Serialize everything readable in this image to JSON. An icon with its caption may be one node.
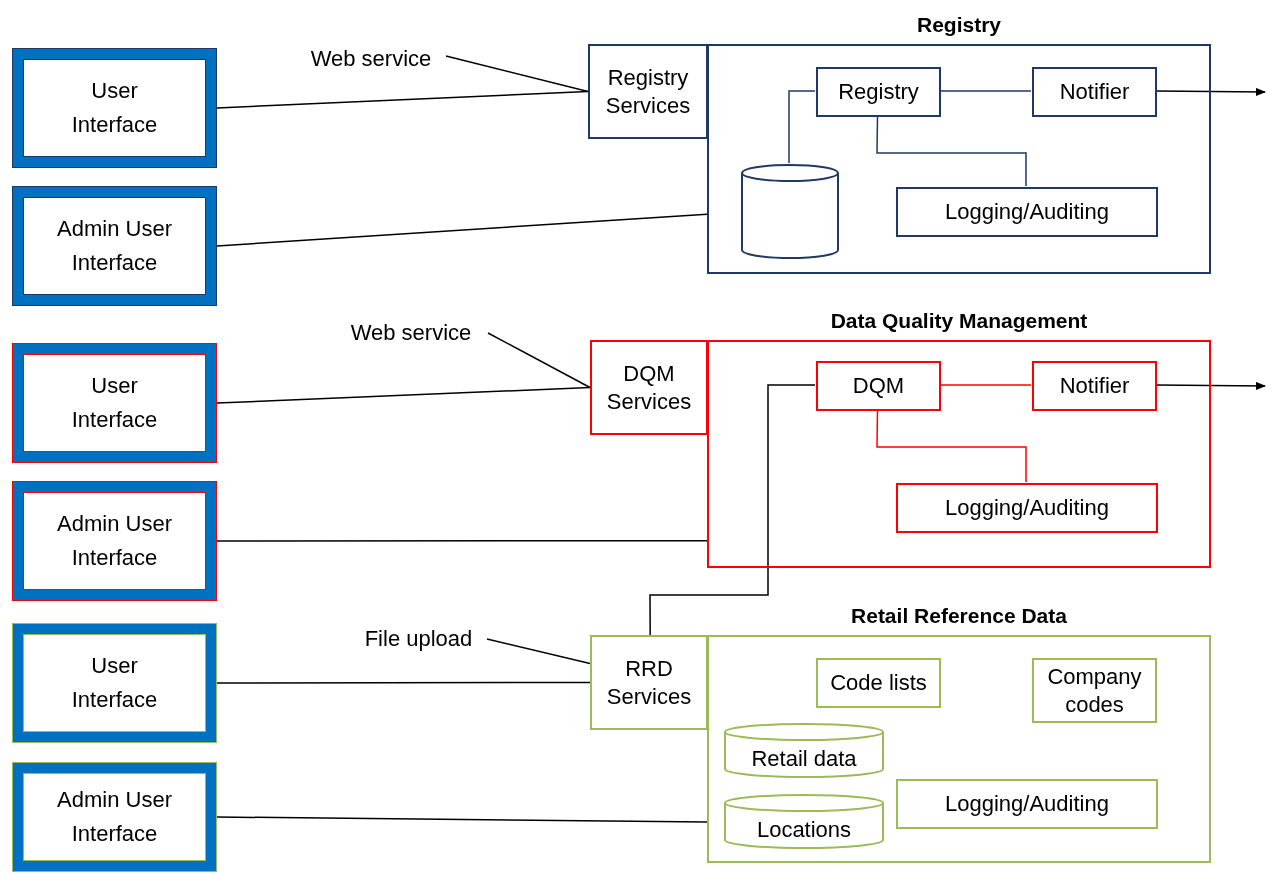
{
  "diagram": {
    "nodes": [
      {
        "text": [
          "User Interface"
        ]
      },
      {
        "text": [
          "Admin User Interface"
        ]
      },
      {
        "text": [
          "Web service"
        ]
      },
      {
        "text": [
          "Registry Services"
        ]
      },
      {
        "text": [
          "Registry"
        ]
      },
      {
        "text": [
          "Registry"
        ],
        "in": 4
      },
      {
        "text": [
          "Notifier"
        ],
        "in": 4
      },
      {
        "text": [],
        "shape": "cylinder",
        "in": 4
      },
      {
        "text": [
          "Logging/Auditing"
        ],
        "in": 4
      },
      {
        "text": [
          "User Interface"
        ]
      },
      {
        "text": [
          "Admin User Interface"
        ]
      },
      {
        "text": [
          "Web service"
        ]
      },
      {
        "text": [
          "DQM Services"
        ]
      },
      {
        "text": [
          "Data Quality Management"
        ]
      },
      {
        "text": [
          "DQM"
        ],
        "in": 13
      },
      {
        "text": [
          "Notifier"
        ],
        "in": 13
      },
      {
        "text": [
          "Logging/Auditing"
        ],
        "in": 13
      },
      {
        "text": [
          "User Interface"
        ]
      },
      {
        "text": [
          "Admin User Interface"
        ]
      },
      {
        "text": [
          "File upload"
        ]
      },
      {
        "text": [
          "RRD Services"
        ]
      },
      {
        "text": [
          "Retail Reference Data"
        ]
      },
      {
        "text": [
          "Code lists"
        ],
        "in": 21
      },
      {
        "text": [
          "Company codes"
        ],
        "in": 21
      },
      {
        "text": [
          "Retail data"
        ],
        "in": 21
      },
      {
        "text": [
          "Locations"
        ],
        "in": 21
      },
      {
        "text": [
          "Logging/Auditing"
        ],
        "in": 21
      }
    ],
    "edges": [
      {
        "from": 0,
        "to": 3,
        "arrow": "none"
      },
      {
        "from": 2,
        "to": 3,
        "arrow": "none"
      },
      {
        "from": 1,
        "to": 4,
        "arrow": "none"
      },
      {
        "from": 5,
        "to": 7,
        "arrow": "none",
        "color": "#203864"
      },
      {
        "from": 5,
        "to": 6,
        "arrow": "none",
        "color": "#203864"
      },
      {
        "from": 5,
        "to": 8,
        "arrow": "none",
        "color": "#203864"
      },
      {
        "from": 6,
        "to": null,
        "arrow": "to"
      },
      {
        "from": 9,
        "to": 12,
        "arrow": "none"
      },
      {
        "from": 11,
        "to": 12,
        "arrow": "none"
      },
      {
        "from": 10,
        "to": 13,
        "arrow": "none"
      },
      {
        "from": 14,
        "to": 15,
        "arrow": "none",
        "color": "#ff0000"
      },
      {
        "from": 14,
        "to": 16,
        "arrow": "none",
        "color": "#ff0000"
      },
      {
        "from": 15,
        "to": null,
        "arrow": "to"
      },
      {
        "from": 20,
        "to": 14,
        "arrow": "none"
      },
      {
        "from": 17,
        "to": 20,
        "arrow": "none"
      },
      {
        "from": 19,
        "to": 20,
        "arrow": "none"
      },
      {
        "from": 18,
        "to": 21,
        "arrow": "none"
      }
    ]
  }
}
